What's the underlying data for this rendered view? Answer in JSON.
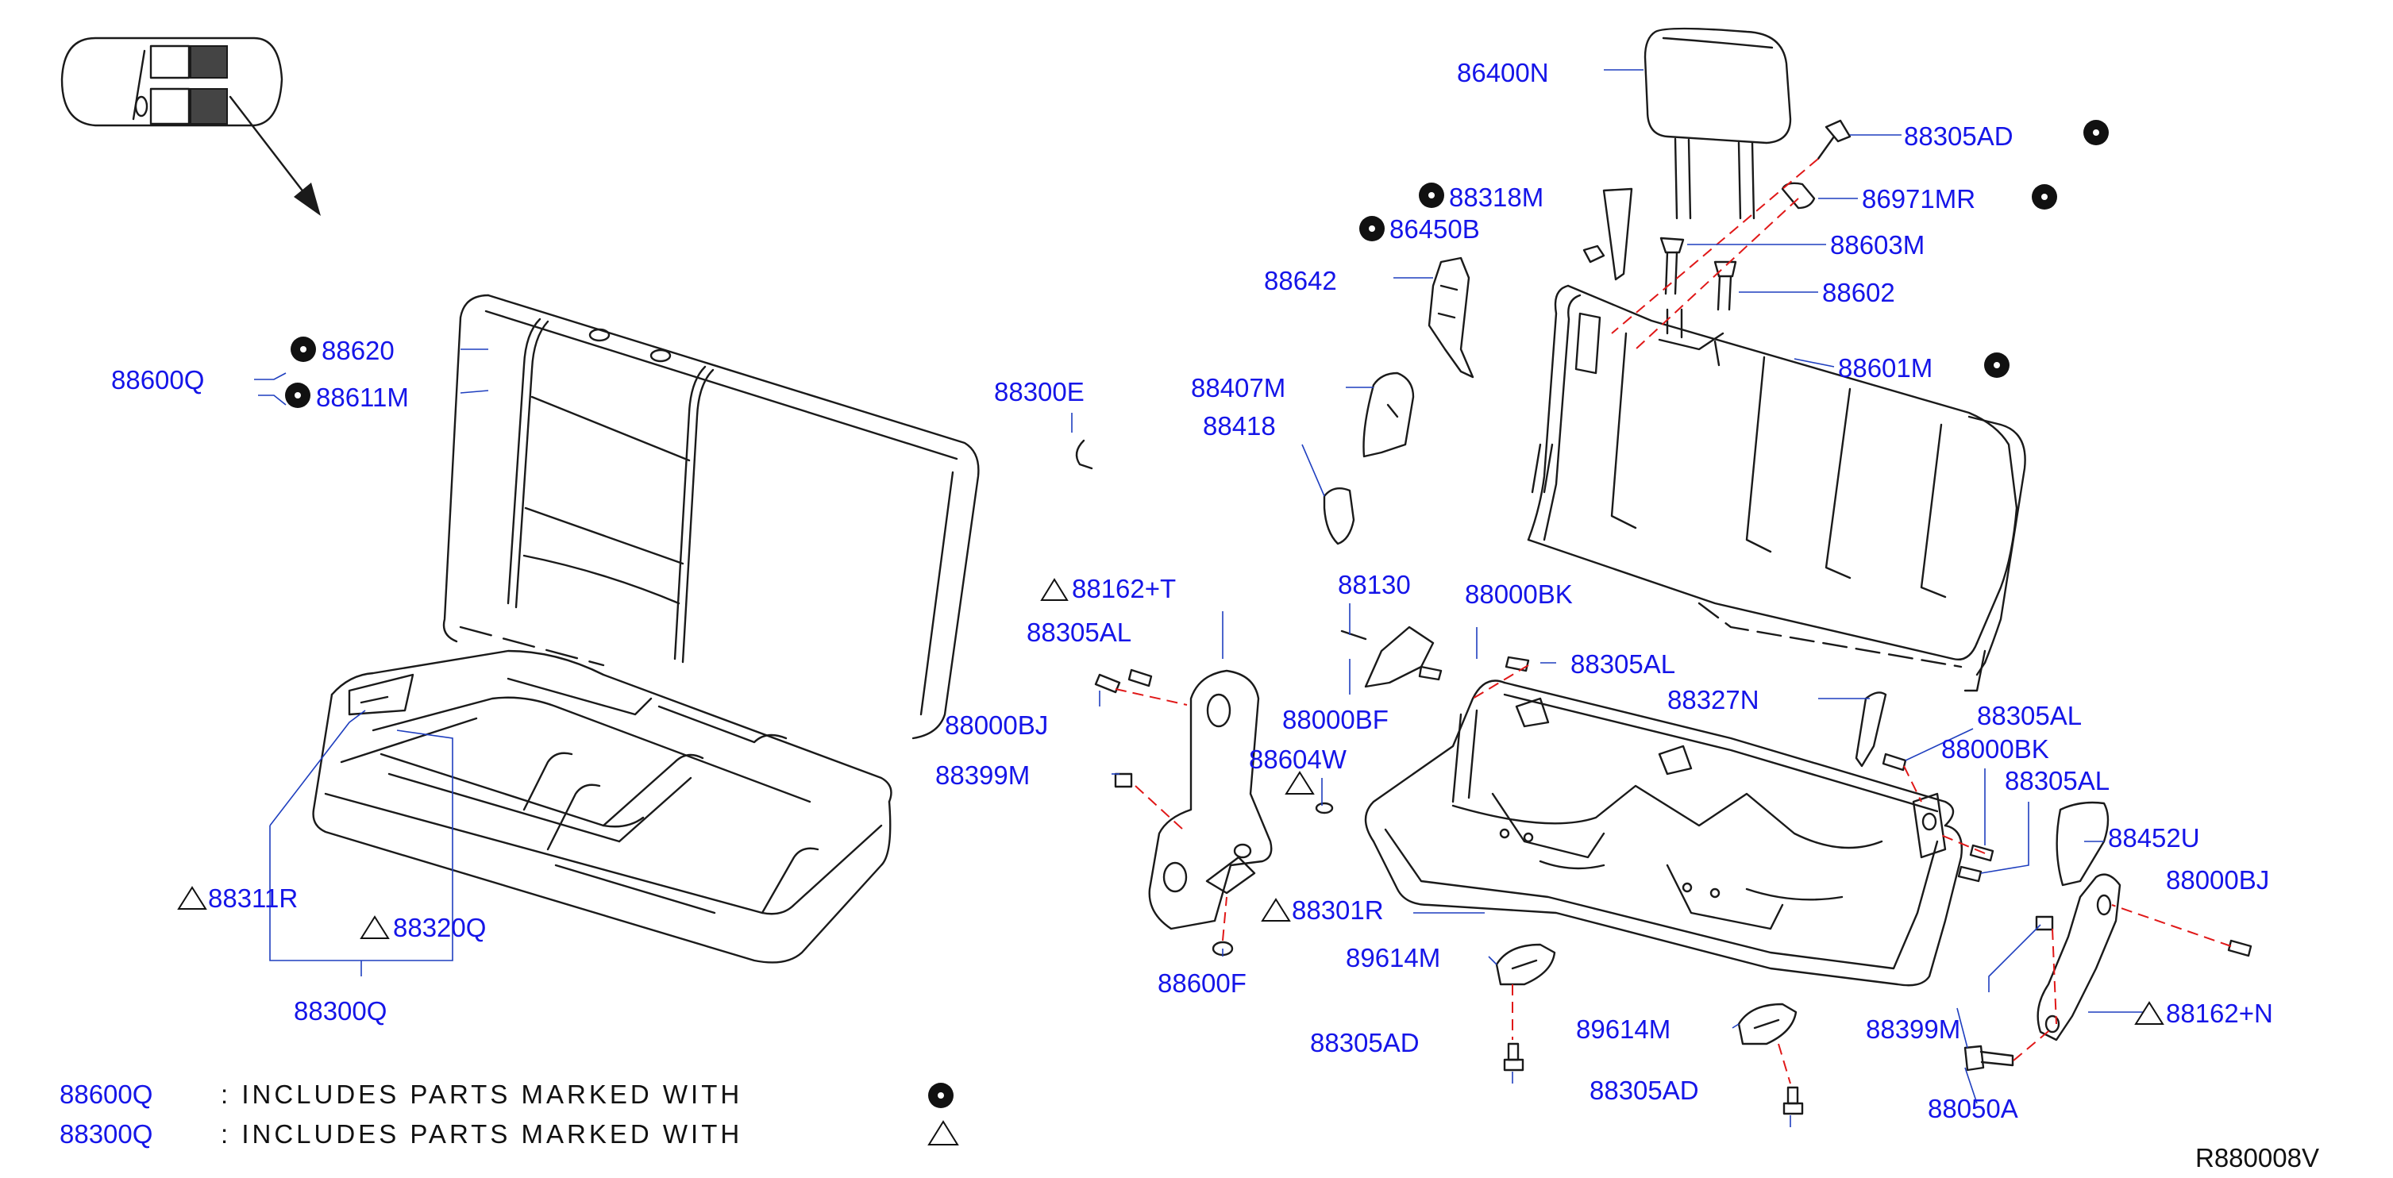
{
  "parts": [
    "86400N",
    "88305AD",
    "88318M",
    "86971MR",
    "86450B",
    "88603M",
    "88642",
    "88602",
    "88601M",
    "88600Q",
    "88620",
    "88611M",
    "88300E",
    "88407M",
    "88418",
    "88162+T",
    "88305AL",
    "88130",
    "88000BK",
    "88305AL",
    "88000BJ",
    "88000BF",
    "88327N",
    "88305AL",
    "88399M",
    "88604W",
    "88000BK",
    "88305AL",
    "88452U",
    "88301R",
    "88000BJ",
    "88311R",
    "88320Q",
    "88600F",
    "89614M",
    "88300Q",
    "88305AD",
    "89614M",
    "88399M",
    "88162+N",
    "88305AD",
    "88050A"
  ],
  "legend": {
    "line1_part": "88600Q",
    "line1_text": ":  INCLUDES  PARTS  MARKED  WITH",
    "line2_part": "88300Q",
    "line2_text": ":  INCLUDES  PARTS  MARKED  WITH"
  },
  "reference": "R880008V",
  "colors": {
    "label": "#1515e8",
    "leader": "#1f3fbf",
    "dashed_guide": "#e01818",
    "lines": "#1a1a1a"
  },
  "icons": {
    "included_in_88600Q": "filled-dot-icon",
    "included_in_88300Q": "triangle-icon"
  }
}
